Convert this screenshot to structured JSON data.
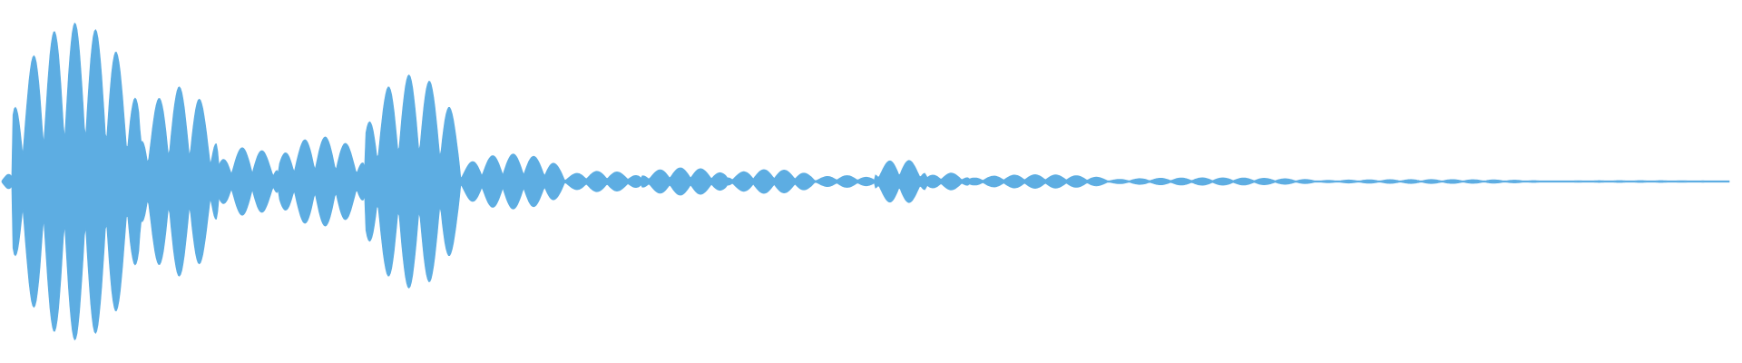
{
  "waveform": {
    "color": "#5dade2",
    "background": "#ffffff",
    "duration_seconds": 1.0,
    "envelope_segments": [
      {
        "start": 0.0,
        "end": 0.006,
        "peak": 0.05
      },
      {
        "start": 0.006,
        "end": 0.08,
        "peak": 0.92
      },
      {
        "start": 0.08,
        "end": 0.125,
        "peak": 0.55
      },
      {
        "start": 0.125,
        "end": 0.16,
        "peak": 0.2
      },
      {
        "start": 0.16,
        "end": 0.21,
        "peak": 0.26
      },
      {
        "start": 0.21,
        "end": 0.265,
        "peak": 0.62
      },
      {
        "start": 0.265,
        "end": 0.325,
        "peak": 0.16
      },
      {
        "start": 0.325,
        "end": 0.37,
        "peak": 0.06
      },
      {
        "start": 0.37,
        "end": 0.42,
        "peak": 0.08
      },
      {
        "start": 0.42,
        "end": 0.47,
        "peak": 0.07
      },
      {
        "start": 0.47,
        "end": 0.505,
        "peak": 0.035
      },
      {
        "start": 0.505,
        "end": 0.535,
        "peak": 0.13
      },
      {
        "start": 0.535,
        "end": 0.56,
        "peak": 0.05
      },
      {
        "start": 0.56,
        "end": 0.64,
        "peak": 0.04
      },
      {
        "start": 0.64,
        "end": 0.76,
        "peak": 0.022
      },
      {
        "start": 0.76,
        "end": 0.89,
        "peak": 0.012
      },
      {
        "start": 0.89,
        "end": 1.0,
        "peak": 0.006
      }
    ]
  }
}
